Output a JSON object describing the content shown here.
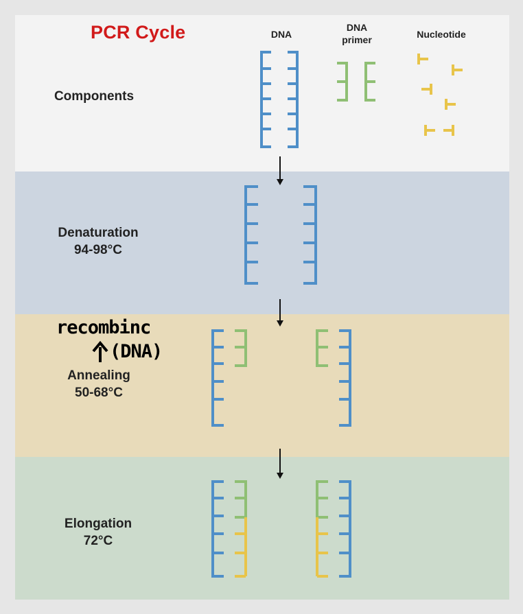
{
  "title": "PCR Cycle",
  "legend": {
    "dna": "DNA",
    "primer_line1": "DNA",
    "primer_line2": "primer",
    "nucleotide": "Nucleotide"
  },
  "stages": {
    "components": {
      "name": "Components"
    },
    "denaturation": {
      "name": "Denaturation",
      "temp": "94-98°C"
    },
    "annealing": {
      "name": "Annealing",
      "temp": "50-68°C"
    },
    "elongation": {
      "name": "Elongation",
      "temp": "72°C"
    }
  },
  "handwritten_note": {
    "line1": "recombinc",
    "line2": "(DNA)"
  },
  "colors": {
    "title": "#d11a1a",
    "dna_strand": "#4f8fc8",
    "primer": "#8fbf74",
    "nucleotide": "#e8c44a",
    "band_denaturation": "#ccd5e0",
    "band_annealing": "#e8dbba",
    "band_elongation": "#ccdbcc"
  }
}
